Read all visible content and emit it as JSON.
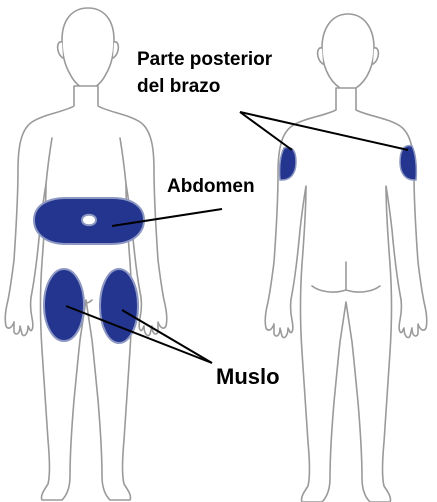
{
  "labels": {
    "upper_arm_line1": "Parte posterior",
    "upper_arm_line2": "del brazo",
    "abdomen": "Abdomen",
    "thigh": "Muslo"
  },
  "colors": {
    "injection_site": "#23358f",
    "site_outline": "#8c97c2",
    "body_outline": "#9a9a9a",
    "body_fill": "#ffffff",
    "leader_line": "#000000"
  }
}
